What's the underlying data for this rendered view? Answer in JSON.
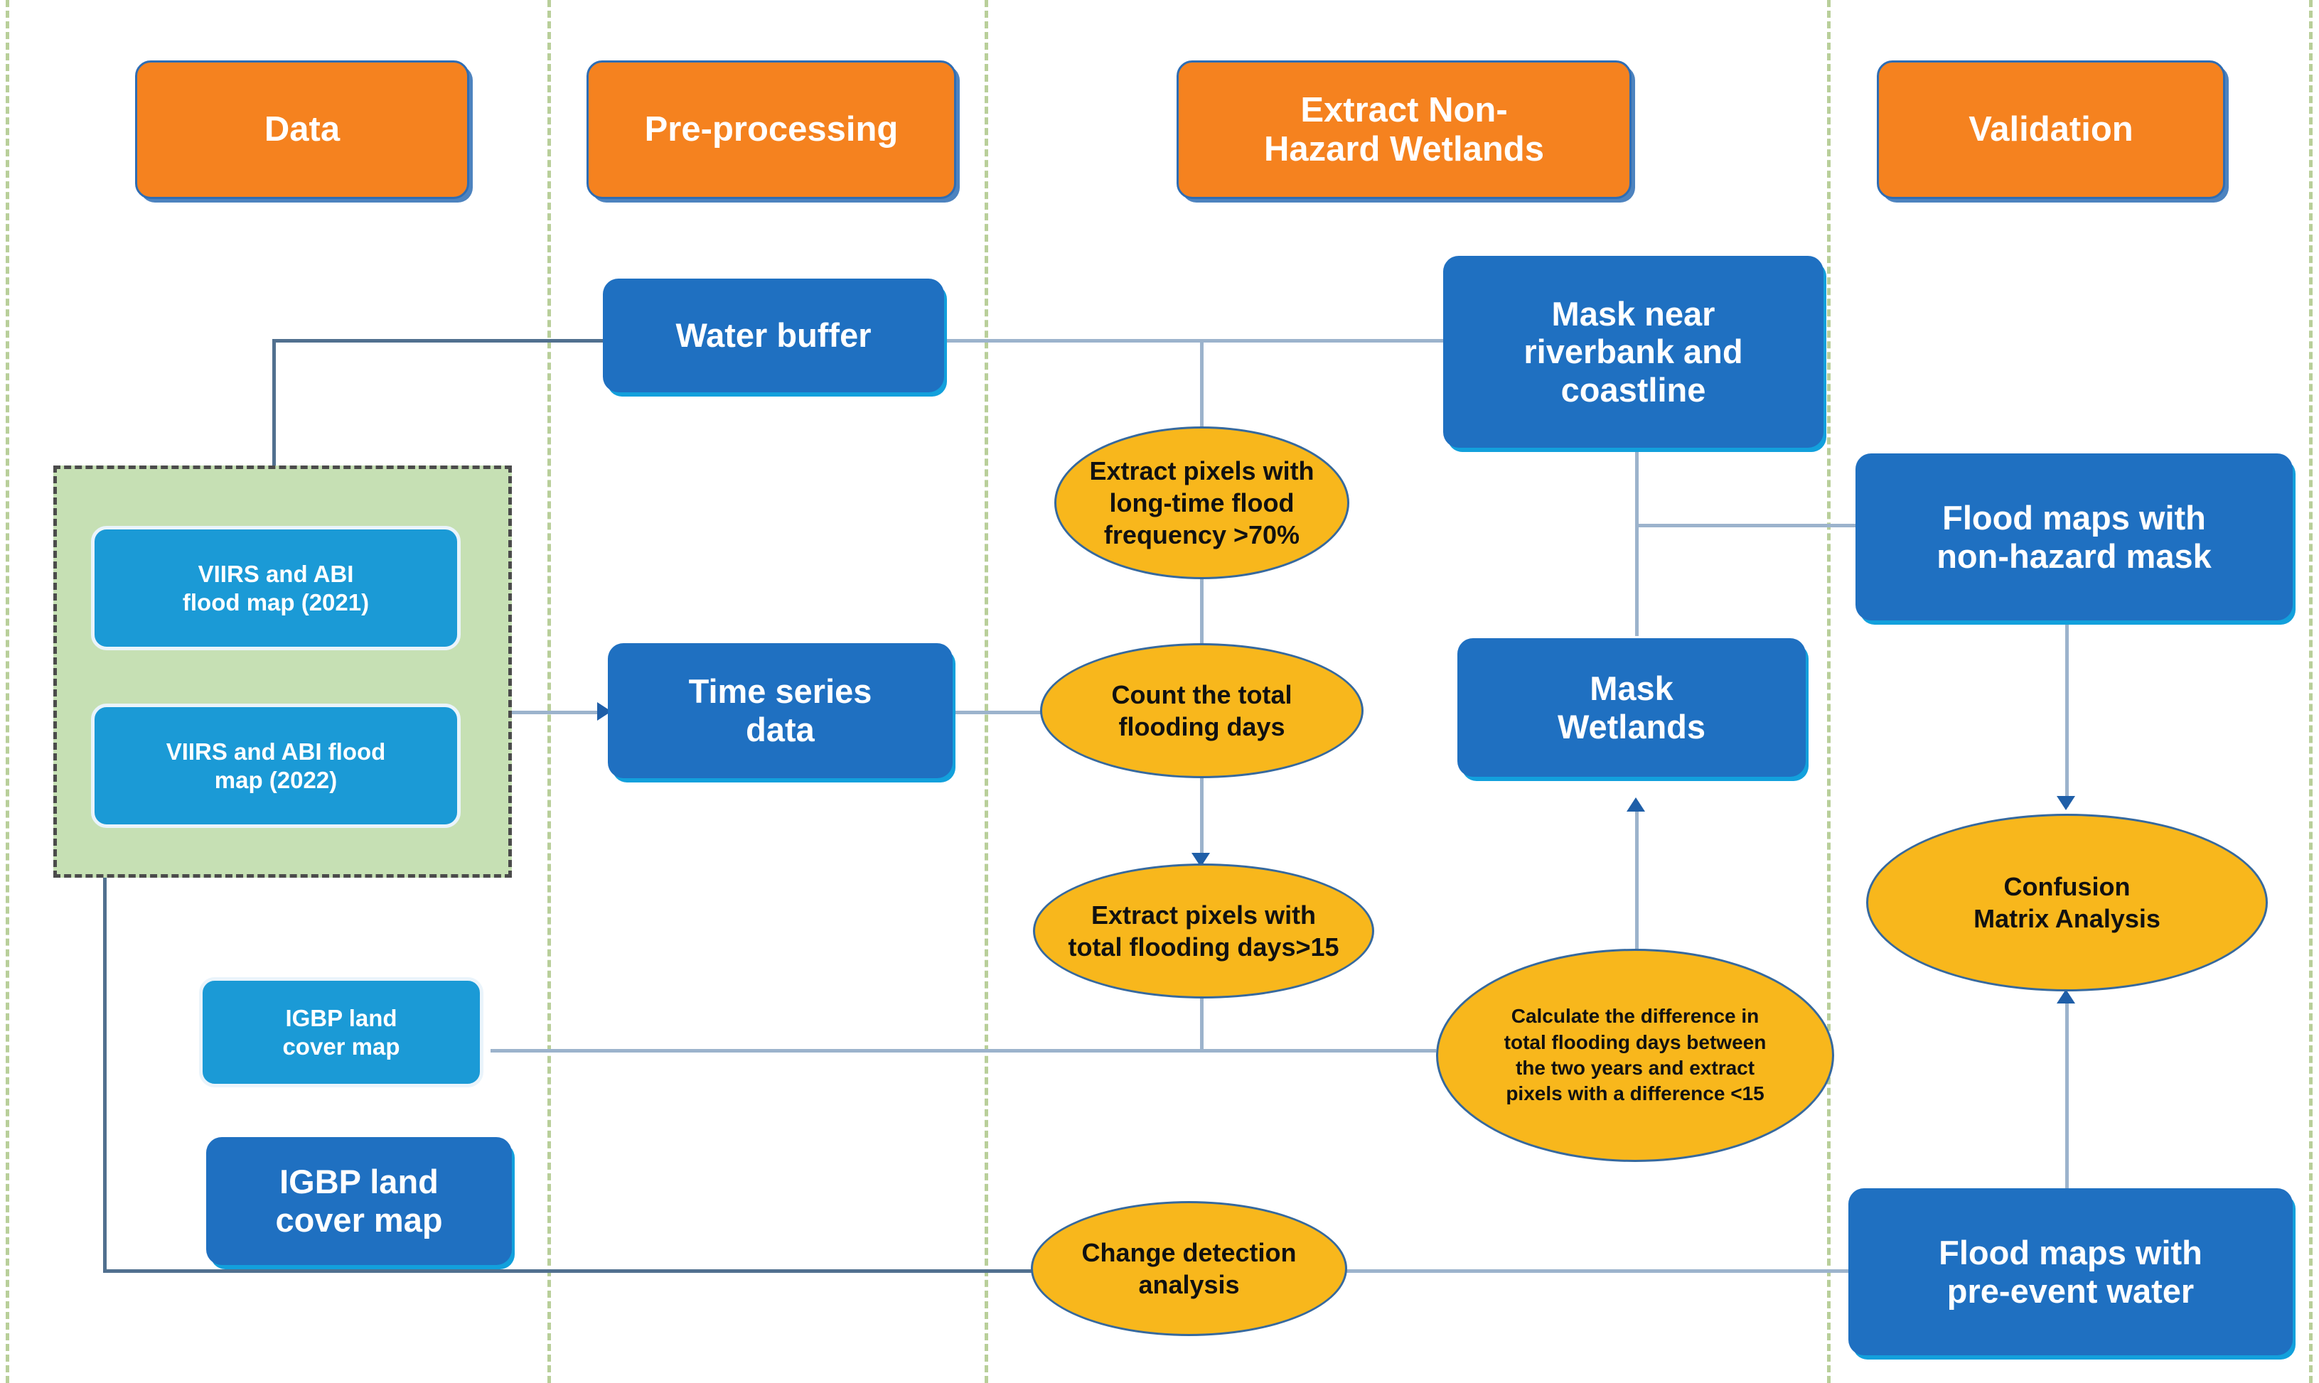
{
  "diagram": {
    "title": "Flood hazard wetland extraction and validation workflow",
    "colors": {
      "stage_header": "#f5821f",
      "stage_header_border": "#2e6db4",
      "process_box": "#1f70c1",
      "process_box_light": "#1b9ad6",
      "decision_ellipse": "#f8b71c",
      "ellipse_border": "#36699e",
      "group_fill": "#c6e0b4",
      "lane_divider": "#b9cf9a",
      "connector": "#9cb3cc",
      "arrow": "#1f5fa8"
    },
    "lanes": [
      {
        "id": "data",
        "label": "Data"
      },
      {
        "id": "preprocessing",
        "label": "Pre-processing"
      },
      {
        "id": "extract",
        "label": "Extract Non-\nHazard Wetlands"
      },
      {
        "id": "validation",
        "label": "Validation"
      }
    ],
    "nodes": {
      "viirs_abi_2021": "VIIRS and ABI\nflood map (2021)",
      "viirs_abi_2022": "VIIRS and ABI flood\nmap (2022)",
      "igbp_light": "IGBP land\ncover map",
      "igbp_dark": "IGBP land\ncover map",
      "water_buffer": "Water buffer",
      "time_series_data": "Time series\ndata",
      "extract_long_time": "Extract pixels with\nlong-time flood\nfrequency >70%",
      "count_flooding_days": "Count the total\nflooding days",
      "extract_days_15": "Extract pixels with\ntotal flooding  days>15",
      "change_detection": "Change detection\nanalysis",
      "mask_riverbank": "Mask near\nriverbank and\ncoastline",
      "mask_wetlands": "Mask\nWetlands",
      "calc_difference": "Calculate the difference in\ntotal flooding days between\nthe two years and extract\npixels with a difference <15",
      "flood_maps_nonhazard": "Flood maps with\nnon-hazard mask",
      "confusion_matrix": "Confusion\nMatrix Analysis",
      "flood_maps_preevent": "Flood maps with\npre-event water"
    }
  }
}
